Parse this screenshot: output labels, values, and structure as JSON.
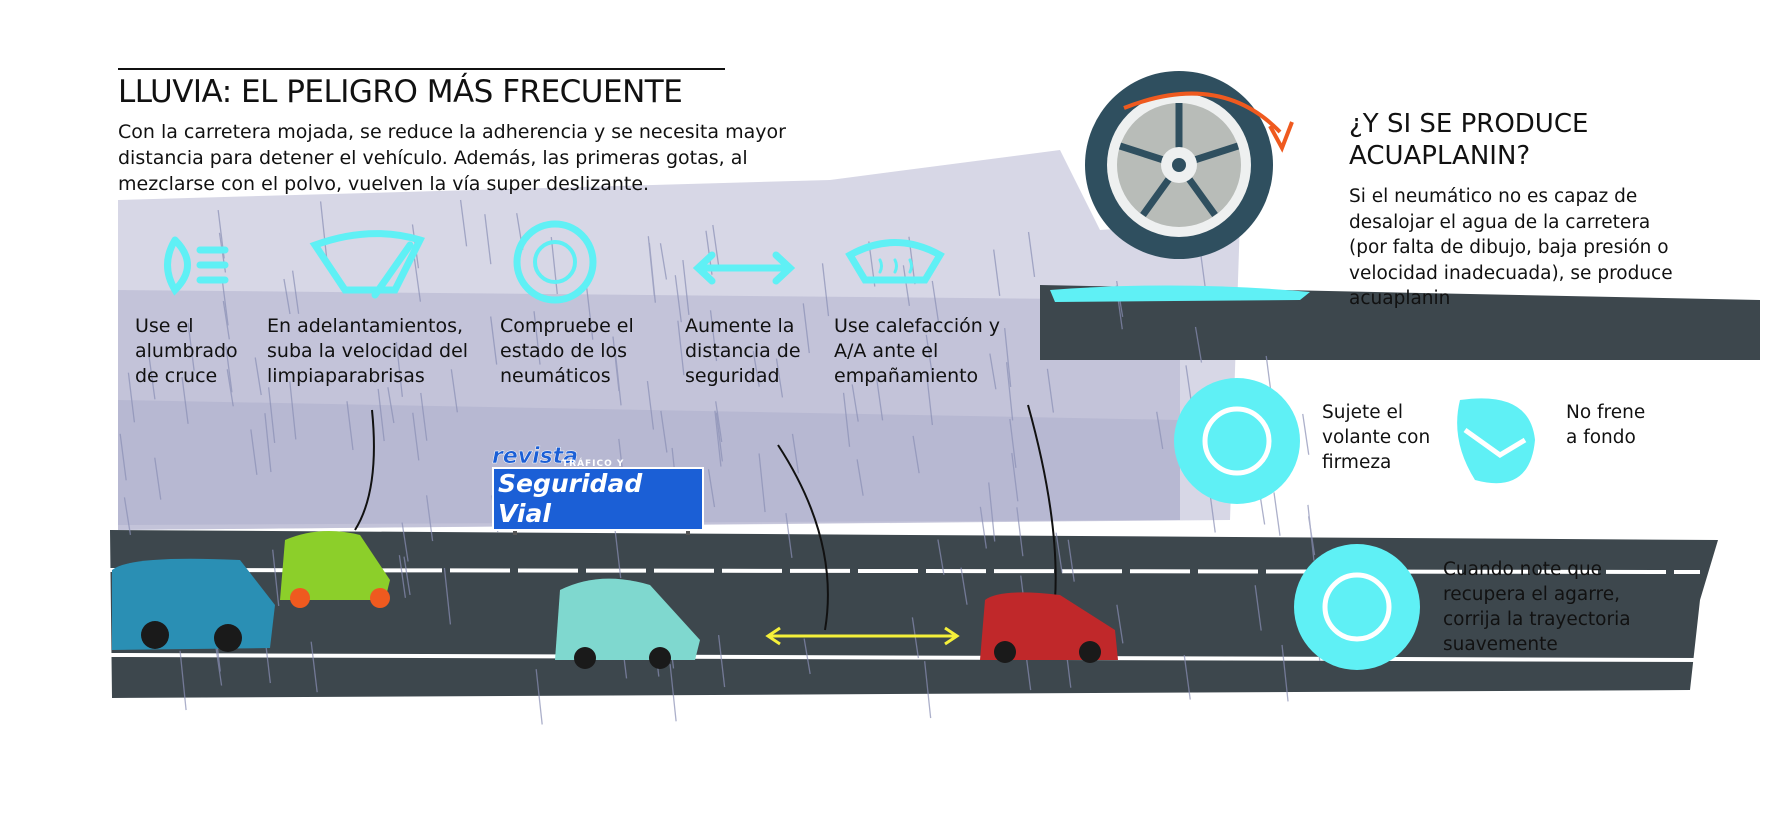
{
  "title": "LLUVIA: EL PELIGRO MÁS FRECUENTE",
  "intro": "Con la carretera mojada, se reduce la adherencia y se necesita mayor distancia para detener el vehículo. Además, las primeras gotas, al mezclarse con el polvo, vuelven la vía super deslizante.",
  "tips": [
    {
      "icon": "headlight-icon",
      "text": "Use el alumbrado de cruce"
    },
    {
      "icon": "wiper-icon",
      "text": "En adelantamientos, suba la velocidad del limpiaparabrisas"
    },
    {
      "icon": "tyre-icon",
      "text": "Compruebe el estado de los neumáticos"
    },
    {
      "icon": "distance-arrows-icon",
      "text": "Aumente la distancia de seguridad"
    },
    {
      "icon": "defrost-icon",
      "text": "Use calefacción y A/A ante el empañamiento"
    }
  ],
  "aquaplaning": {
    "heading_line1": "¿Y SI SE PRODUCE",
    "heading_line2": "ACUAPLANIN?",
    "text": "Si el neumático no es capaz de desalojar el agua de la carretera (por falta de dibujo, baja presión o velocidad inadecuada), se produce acuaplanin",
    "actions": [
      {
        "icon": "steering-wheel-icon",
        "text": "Sujete el volante con firmeza"
      },
      {
        "icon": "brake-pedal-icon",
        "text": "No frene a fondo"
      },
      {
        "icon": "steering-wheel-icon",
        "text": "Cuando note que recupera el agarre, corrija la trayectoria suavemente"
      }
    ]
  },
  "logo": {
    "line1": "revista",
    "line2": "Seguridad Vial",
    "sub": "TRÁFICO Y"
  },
  "colors": {
    "accent": "#5ff0f5",
    "road": "#3d474d",
    "sky": "#c9cadd",
    "arrow": "#ef5a1f",
    "logo": "#1b5fd6"
  }
}
